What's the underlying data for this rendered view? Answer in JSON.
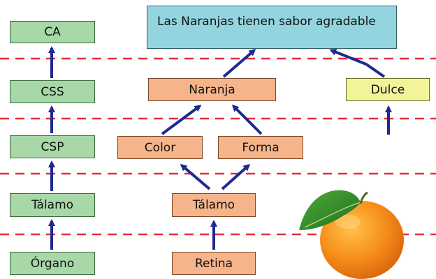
{
  "boxes": {
    "ca": "CA",
    "css": "CSS",
    "csp": "CSP",
    "talamo_left": "Tálamo",
    "organo": "Órgano",
    "top": "Las Naranjas tienen sabor agradable",
    "naranja": "Naranja",
    "dulce": "Dulce",
    "color": "Color",
    "forma": "Forma",
    "talamo_right": "Tálamo",
    "retina": "Retina"
  },
  "colors": {
    "arrow": "#1f2a8f",
    "dashed_line": "#e0303a",
    "green_box": "#a8d8a8",
    "orange_box": "#f6b48a",
    "yellow_box": "#f3f39a",
    "cyan_box": "#93d4de"
  },
  "icons": {
    "fruit": "orange-fruit-icon"
  }
}
